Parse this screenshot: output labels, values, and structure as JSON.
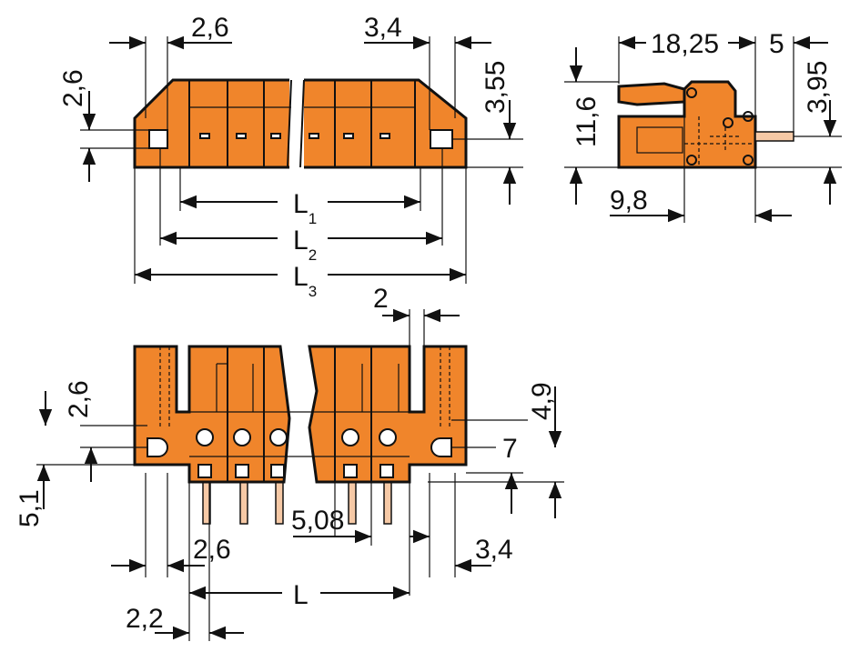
{
  "drawing": {
    "top_view": {
      "dims": {
        "left_offset": "2,6",
        "right_offset": "3,4",
        "left_height": "2,6",
        "right_height": "3,55",
        "l1": "L",
        "l1_sub": "1",
        "l2": "L",
        "l2_sub": "2",
        "l3": "L",
        "l3_sub": "3"
      }
    },
    "side_view": {
      "dims": {
        "depth": "18,25",
        "pin_length": "5",
        "height": "11,6",
        "pin_height": "3,95",
        "base_depth": "9,8"
      }
    },
    "front_view": {
      "dims": {
        "flange_gap": "2",
        "hole_offset": "2,6",
        "mount_height": "5,1",
        "pitch": "5,08",
        "left_pin_offset": "2,6",
        "right_offset": "3,4",
        "length": "L",
        "bottom_offset": "2,2",
        "slot_height": "4,9",
        "screw_height": "7"
      }
    }
  }
}
